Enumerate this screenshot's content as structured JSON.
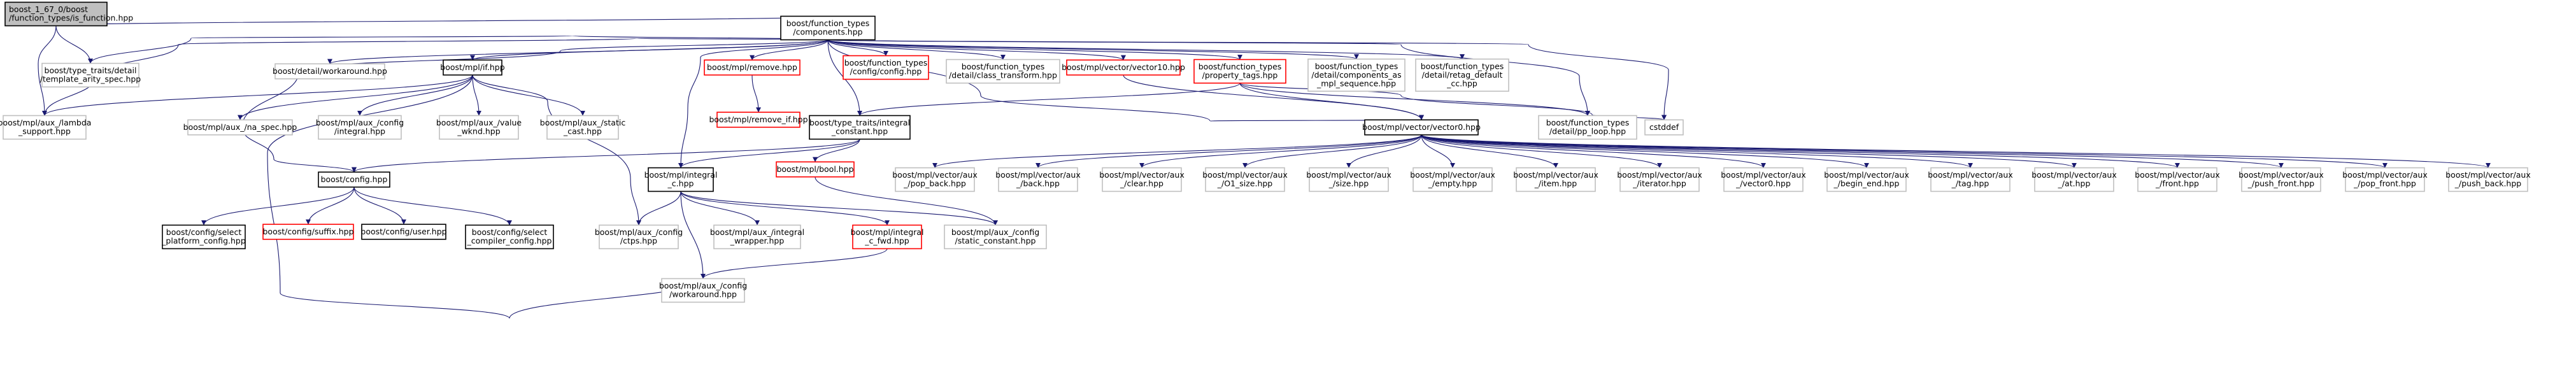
{
  "diagram": {
    "colors": {
      "edge": "#191970",
      "root_fill": "#bfbfbf",
      "node_fill": "#ffffff",
      "border_default": "#000000",
      "border_missing": "#ff0000",
      "border_external": "#bfbfbf"
    },
    "nodes": [
      {
        "id": "root",
        "lines": [
          "boost_1_67_0/boost",
          "/function_types/is_function.hpp"
        ],
        "kind": "root"
      },
      {
        "id": "components",
        "lines": [
          "boost/function_types",
          "/components.hpp"
        ],
        "kind": "default"
      },
      {
        "id": "template_arity",
        "lines": [
          "boost/type_traits/detail",
          "/template_arity_spec.hpp"
        ],
        "kind": "external"
      },
      {
        "id": "lambda_support",
        "lines": [
          "boost/mpl/aux_/lambda",
          "_support.hpp"
        ],
        "kind": "external"
      },
      {
        "id": "workaround",
        "lines": [
          "boost/detail/workaround.hpp"
        ],
        "kind": "external"
      },
      {
        "id": "mpl_if",
        "lines": [
          "boost/mpl/if.hpp"
        ],
        "kind": "default"
      },
      {
        "id": "mpl_remove",
        "lines": [
          "boost/mpl/remove.hpp"
        ],
        "kind": "missing"
      },
      {
        "id": "ft_config",
        "lines": [
          "boost/function_types",
          "/config/config.hpp"
        ],
        "kind": "missing"
      },
      {
        "id": "class_transform",
        "lines": [
          "boost/function_types",
          "/detail/class_transform.hpp"
        ],
        "kind": "external"
      },
      {
        "id": "vector10",
        "lines": [
          "boost/mpl/vector/vector10.hpp"
        ],
        "kind": "missing"
      },
      {
        "id": "property_tags",
        "lines": [
          "boost/function_types",
          "/property_tags.hpp"
        ],
        "kind": "missing"
      },
      {
        "id": "components_as_mpl",
        "lines": [
          "boost/function_types",
          "/detail/components_as",
          "_mpl_sequence.hpp"
        ],
        "kind": "external"
      },
      {
        "id": "retag_default_cc",
        "lines": [
          "boost/function_types",
          "/detail/retag_default",
          "_cc.hpp"
        ],
        "kind": "external"
      },
      {
        "id": "na_spec",
        "lines": [
          "boost/mpl/aux_/na_spec.hpp"
        ],
        "kind": "external"
      },
      {
        "id": "config_integral",
        "lines": [
          "boost/mpl/aux_/config",
          "/integral.hpp"
        ],
        "kind": "external"
      },
      {
        "id": "value_wknd",
        "lines": [
          "boost/mpl/aux_/value",
          "_wknd.hpp"
        ],
        "kind": "external"
      },
      {
        "id": "static_cast",
        "lines": [
          "boost/mpl/aux_/static",
          "_cast.hpp"
        ],
        "kind": "external"
      },
      {
        "id": "remove_if",
        "lines": [
          "boost/mpl/remove_if.hpp"
        ],
        "kind": "missing"
      },
      {
        "id": "integral_constant",
        "lines": [
          "boost/type_traits/integral",
          "_constant.hpp"
        ],
        "kind": "default"
      },
      {
        "id": "vector0",
        "lines": [
          "boost/mpl/vector/vector0.hpp"
        ],
        "kind": "default"
      },
      {
        "id": "pp_loop",
        "lines": [
          "boost/function_types",
          "/detail/pp_loop.hpp"
        ],
        "kind": "external"
      },
      {
        "id": "cstddef",
        "lines": [
          "cstddef"
        ],
        "kind": "external"
      },
      {
        "id": "boost_config",
        "lines": [
          "boost/config.hpp"
        ],
        "kind": "default"
      },
      {
        "id": "integral_c",
        "lines": [
          "boost/mpl/integral",
          "_c.hpp"
        ],
        "kind": "default"
      },
      {
        "id": "mpl_bool",
        "lines": [
          "boost/mpl/bool.hpp"
        ],
        "kind": "missing"
      },
      {
        "id": "pop_back",
        "lines": [
          "boost/mpl/vector/aux",
          "_/pop_back.hpp"
        ],
        "kind": "external"
      },
      {
        "id": "back",
        "lines": [
          "boost/mpl/vector/aux",
          "_/back.hpp"
        ],
        "kind": "external"
      },
      {
        "id": "clear",
        "lines": [
          "boost/mpl/vector/aux",
          "_/clear.hpp"
        ],
        "kind": "external"
      },
      {
        "id": "o1_size",
        "lines": [
          "boost/mpl/vector/aux",
          "_/O1_size.hpp"
        ],
        "kind": "external"
      },
      {
        "id": "size",
        "lines": [
          "boost/mpl/vector/aux",
          "_/size.hpp"
        ],
        "kind": "external"
      },
      {
        "id": "empty",
        "lines": [
          "boost/mpl/vector/aux",
          "_/empty.hpp"
        ],
        "kind": "external"
      },
      {
        "id": "item",
        "lines": [
          "boost/mpl/vector/aux",
          "_/item.hpp"
        ],
        "kind": "external"
      },
      {
        "id": "iterator",
        "lines": [
          "boost/mpl/vector/aux",
          "_/iterator.hpp"
        ],
        "kind": "external"
      },
      {
        "id": "aux_vector0",
        "lines": [
          "boost/mpl/vector/aux",
          "_/vector0.hpp"
        ],
        "kind": "external"
      },
      {
        "id": "begin_end",
        "lines": [
          "boost/mpl/vector/aux",
          "_/begin_end.hpp"
        ],
        "kind": "external"
      },
      {
        "id": "tag",
        "lines": [
          "boost/mpl/vector/aux",
          "_/tag.hpp"
        ],
        "kind": "external"
      },
      {
        "id": "at",
        "lines": [
          "boost/mpl/vector/aux",
          "_/at.hpp"
        ],
        "kind": "external"
      },
      {
        "id": "front",
        "lines": [
          "boost/mpl/vector/aux",
          "_/front.hpp"
        ],
        "kind": "external"
      },
      {
        "id": "push_front",
        "lines": [
          "boost/mpl/vector/aux",
          "_/push_front.hpp"
        ],
        "kind": "external"
      },
      {
        "id": "pop_front",
        "lines": [
          "boost/mpl/vector/aux",
          "_/pop_front.hpp"
        ],
        "kind": "external"
      },
      {
        "id": "push_back",
        "lines": [
          "boost/mpl/vector/aux",
          "_/push_back.hpp"
        ],
        "kind": "external"
      },
      {
        "id": "select_platform",
        "lines": [
          "boost/config/select",
          "_platform_config.hpp"
        ],
        "kind": "default"
      },
      {
        "id": "suffix",
        "lines": [
          "boost/config/suffix.hpp"
        ],
        "kind": "missing"
      },
      {
        "id": "user",
        "lines": [
          "boost/config/user.hpp"
        ],
        "kind": "default"
      },
      {
        "id": "select_compiler",
        "lines": [
          "boost/config/select",
          "_compiler_config.hpp"
        ],
        "kind": "default"
      },
      {
        "id": "ctps",
        "lines": [
          "boost/mpl/aux_/config",
          "/ctps.hpp"
        ],
        "kind": "external"
      },
      {
        "id": "integral_wrapper",
        "lines": [
          "boost/mpl/aux_/integral",
          "_wrapper.hpp"
        ],
        "kind": "external"
      },
      {
        "id": "integral_c_fwd",
        "lines": [
          "boost/mpl/integral",
          "_c_fwd.hpp"
        ],
        "kind": "missing"
      },
      {
        "id": "static_constant",
        "lines": [
          "boost/mpl/aux_/config",
          "/static_constant.hpp"
        ],
        "kind": "external"
      },
      {
        "id": "config_workaround",
        "lines": [
          "boost/mpl/aux_/config",
          "/workaround.hpp"
        ],
        "kind": "external"
      }
    ],
    "edges": [
      [
        "root",
        "components"
      ],
      [
        "root",
        "template_arity"
      ],
      [
        "root",
        "lambda_support"
      ],
      [
        "components",
        "template_arity"
      ],
      [
        "components",
        "lambda_support"
      ],
      [
        "components",
        "workaround"
      ],
      [
        "components",
        "mpl_if"
      ],
      [
        "components",
        "mpl_remove"
      ],
      [
        "components",
        "ft_config"
      ],
      [
        "components",
        "class_transform"
      ],
      [
        "components",
        "vector10"
      ],
      [
        "components",
        "property_tags"
      ],
      [
        "components",
        "components_as_mpl"
      ],
      [
        "components",
        "retag_default_cc"
      ],
      [
        "components",
        "integral_constant"
      ],
      [
        "components",
        "vector0"
      ],
      [
        "components",
        "pp_loop"
      ],
      [
        "components",
        "cstddef"
      ],
      [
        "components",
        "boost_config"
      ],
      [
        "components",
        "integral_c"
      ],
      [
        "mpl_if",
        "lambda_support"
      ],
      [
        "mpl_if",
        "na_spec"
      ],
      [
        "mpl_if",
        "config_integral"
      ],
      [
        "mpl_if",
        "value_wknd"
      ],
      [
        "mpl_if",
        "static_cast"
      ],
      [
        "mpl_if",
        "ctps"
      ],
      [
        "mpl_if",
        "config_workaround"
      ],
      [
        "mpl_remove",
        "remove_if"
      ],
      [
        "vector10",
        "vector0"
      ],
      [
        "property_tags",
        "integral_constant"
      ],
      [
        "property_tags",
        "vector0"
      ],
      [
        "property_tags",
        "pp_loop"
      ],
      [
        "property_tags",
        "cstddef"
      ],
      [
        "integral_constant",
        "boost_config"
      ],
      [
        "integral_constant",
        "integral_c"
      ],
      [
        "integral_constant",
        "mpl_bool"
      ],
      [
        "vector0",
        "pop_back"
      ],
      [
        "vector0",
        "back"
      ],
      [
        "vector0",
        "clear"
      ],
      [
        "vector0",
        "o1_size"
      ],
      [
        "vector0",
        "size"
      ],
      [
        "vector0",
        "empty"
      ],
      [
        "vector0",
        "item"
      ],
      [
        "vector0",
        "iterator"
      ],
      [
        "vector0",
        "aux_vector0"
      ],
      [
        "vector0",
        "begin_end"
      ],
      [
        "vector0",
        "tag"
      ],
      [
        "vector0",
        "at"
      ],
      [
        "vector0",
        "front"
      ],
      [
        "vector0",
        "push_front"
      ],
      [
        "vector0",
        "pop_front"
      ],
      [
        "vector0",
        "push_back"
      ],
      [
        "boost_config",
        "select_platform"
      ],
      [
        "boost_config",
        "suffix"
      ],
      [
        "boost_config",
        "user"
      ],
      [
        "boost_config",
        "select_compiler"
      ],
      [
        "integral_c",
        "ctps"
      ],
      [
        "integral_c",
        "integral_wrapper"
      ],
      [
        "integral_c",
        "integral_c_fwd"
      ],
      [
        "integral_c",
        "static_constant"
      ],
      [
        "integral_c",
        "config_workaround"
      ],
      [
        "integral_c_fwd",
        "config_workaround"
      ],
      [
        "mpl_bool",
        "static_constant"
      ]
    ]
  }
}
